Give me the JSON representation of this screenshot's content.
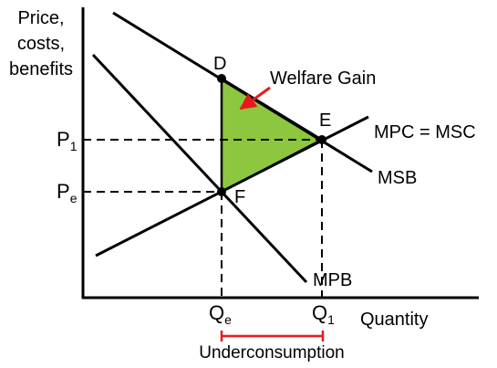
{
  "y_axis_title": [
    "Price,",
    "costs,",
    "benefits"
  ],
  "x_axis_title": "Quantity",
  "curves": {
    "msb": "MSB",
    "mpb": "MPB",
    "mpc_msc": "MPC = MSC"
  },
  "points": {
    "d": "D",
    "e": "E",
    "f": "F"
  },
  "y_ticks": {
    "p1": {
      "main": "P",
      "sub": "1"
    },
    "pe": {
      "main": "P",
      "sub": "e"
    }
  },
  "x_ticks": {
    "qe": {
      "main": "Q",
      "sub": "e"
    },
    "q1": {
      "main": "Q",
      "sub": "1"
    }
  },
  "welfare_gain_label": "Welfare Gain",
  "underconsumption_label": "Underconsumption",
  "colors": {
    "welfare_fill": "#8dc63f",
    "arrow": "#e8191c",
    "bracket": "#e8191c",
    "line": "#000000"
  }
}
